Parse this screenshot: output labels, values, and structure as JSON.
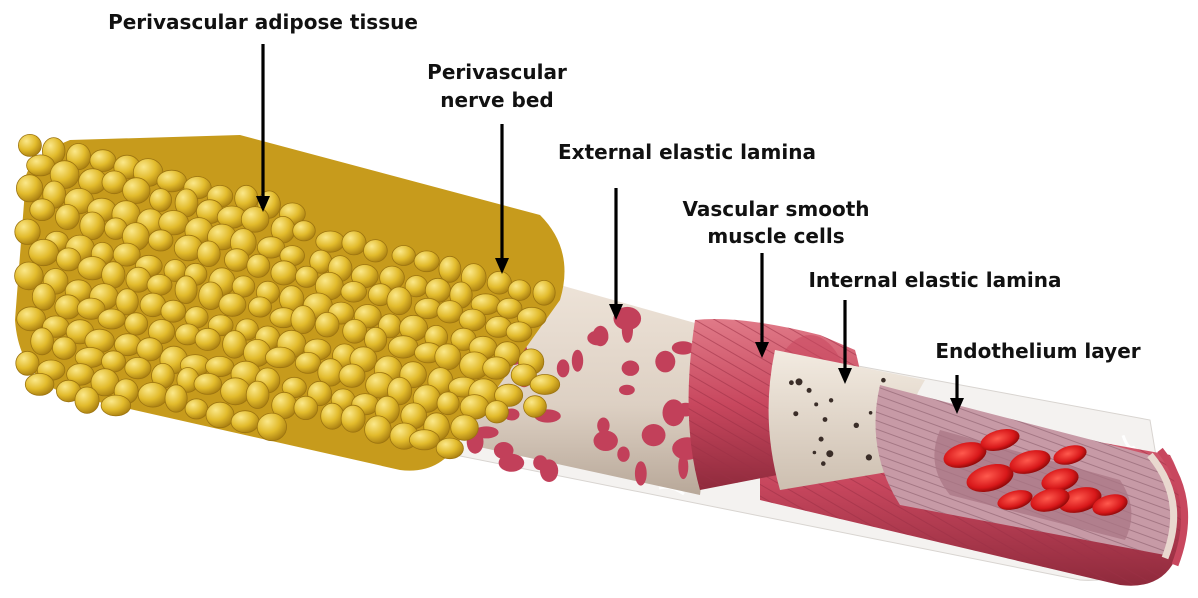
{
  "labels": {
    "adipose": "Perivascular adipose tissue",
    "nerve_line1": "Perivascular",
    "nerve_line2": "nerve bed",
    "external_lamina": "External elastic lamina",
    "vsmc_line1": "Vascular smooth",
    "vsmc_line2": "muscle cells",
    "internal_lamina": "Internal elastic lamina",
    "endothelium": "Endothelium layer"
  },
  "colors": {
    "adipose": "#e2bb2c",
    "adipose_dark": "#b88c12",
    "nerve": "#ffffff",
    "elastic_lamina": "#ddd0c3",
    "lamina_pores": "#c2405a",
    "smooth_muscle": "#c8475e",
    "internal_lamina": "#e8dccd",
    "endothelium": "#b98a98",
    "blood_cells": "#d8181a"
  }
}
